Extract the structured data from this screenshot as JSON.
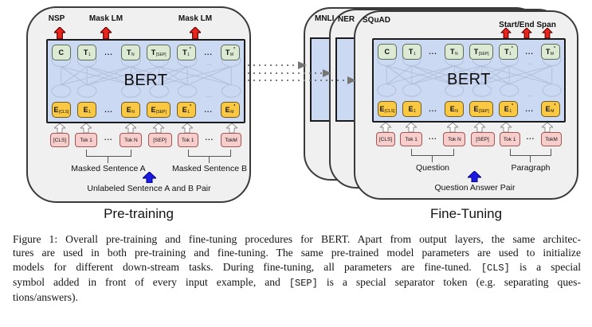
{
  "pre": {
    "title": "Pre-training",
    "heads": [
      "NSP",
      "Mask LM",
      "Mask LM"
    ],
    "model": "BERT",
    "top": [
      {
        "main": "C"
      },
      {
        "main": "T",
        "sub": "1"
      },
      {
        "main": "..."
      },
      {
        "main": "T",
        "sub": "N"
      },
      {
        "main": "T",
        "sub": "[SEP]"
      },
      {
        "main": "T",
        "sub": "1",
        "prime": "'"
      },
      {
        "main": "..."
      },
      {
        "main": "T",
        "sub": "M",
        "prime": "'"
      }
    ],
    "embed": [
      {
        "main": "E",
        "sub": "[CLS]"
      },
      {
        "main": "E",
        "sub": "1"
      },
      {
        "main": "..."
      },
      {
        "main": "E",
        "sub": "N"
      },
      {
        "main": "E",
        "sub": "[SEP]"
      },
      {
        "main": "E",
        "sub": "1",
        "prime": "'"
      },
      {
        "main": "..."
      },
      {
        "main": "E",
        "sub": "M",
        "prime": "'"
      }
    ],
    "input": [
      "[CLS]",
      "Tok 1",
      "...",
      "Tok N",
      "[SEP]",
      "Tok 1",
      "...",
      "TokM"
    ],
    "span_a": "Masked Sentence A",
    "span_b": "Masked Sentence B",
    "pair": "Unlabeled Sentence A and B Pair"
  },
  "fine": {
    "title": "Fine-Tuning",
    "tasks": [
      "MNLI",
      "NER",
      "SQuAD"
    ],
    "head": "Start/End Span",
    "model": "BERT",
    "top": [
      {
        "main": "C"
      },
      {
        "main": "T",
        "sub": "1"
      },
      {
        "main": "..."
      },
      {
        "main": "T",
        "sub": "N"
      },
      {
        "main": "T",
        "sub": "[SEP]"
      },
      {
        "main": "T",
        "sub": "1",
        "prime": "'"
      },
      {
        "main": "..."
      },
      {
        "main": "T",
        "sub": "M",
        "prime": "'"
      }
    ],
    "embed": [
      {
        "main": "E",
        "sub": "[CLS]"
      },
      {
        "main": "E",
        "sub": "1"
      },
      {
        "main": "..."
      },
      {
        "main": "E",
        "sub": "N"
      },
      {
        "main": "E",
        "sub": "[SEP]"
      },
      {
        "main": "E",
        "sub": "1",
        "prime": "'"
      },
      {
        "main": "..."
      },
      {
        "main": "E",
        "sub": "M",
        "prime": "'"
      }
    ],
    "input": [
      "[CLS]",
      "Tok 1",
      "...",
      "Tok N",
      "[SEP]",
      "Tok 1",
      "...",
      "TokM"
    ],
    "span_a": "Question",
    "span_b": "Paragraph",
    "pair": "Question Answer Pair"
  },
  "caption": {
    "lines": [
      [
        {
          "t": "Figure 1: Overall pre-training and fine-tuning procedures for BERT. Apart from output layers, the same architec-"
        }
      ],
      [
        {
          "t": "tures are used in both pre-training and fine-tuning. The same pre-trained model parameters are used to initialize"
        }
      ],
      [
        {
          "t": "models for different down-stream tasks. During fine-tuning, all parameters are fine-tuned. "
        },
        {
          "c": "[CLS]"
        },
        {
          "t": " is a special"
        }
      ],
      [
        {
          "t": "symbol added in front of every input example, and "
        },
        {
          "c": "[SEP]"
        },
        {
          "t": " is a special separator token (e.g. separating ques-"
        }
      ],
      [
        {
          "t": "tions/answers)."
        }
      ]
    ]
  },
  "colors": {
    "panel_bg": "#f0f0f0",
    "bert_bg": "#ccd9f3",
    "output_token": "#dcead3",
    "embedding_token": "#fbc843",
    "input_token": "#f8cecc",
    "head_arrow": "#e8241d",
    "pair_arrow": "#1b1ae2"
  }
}
